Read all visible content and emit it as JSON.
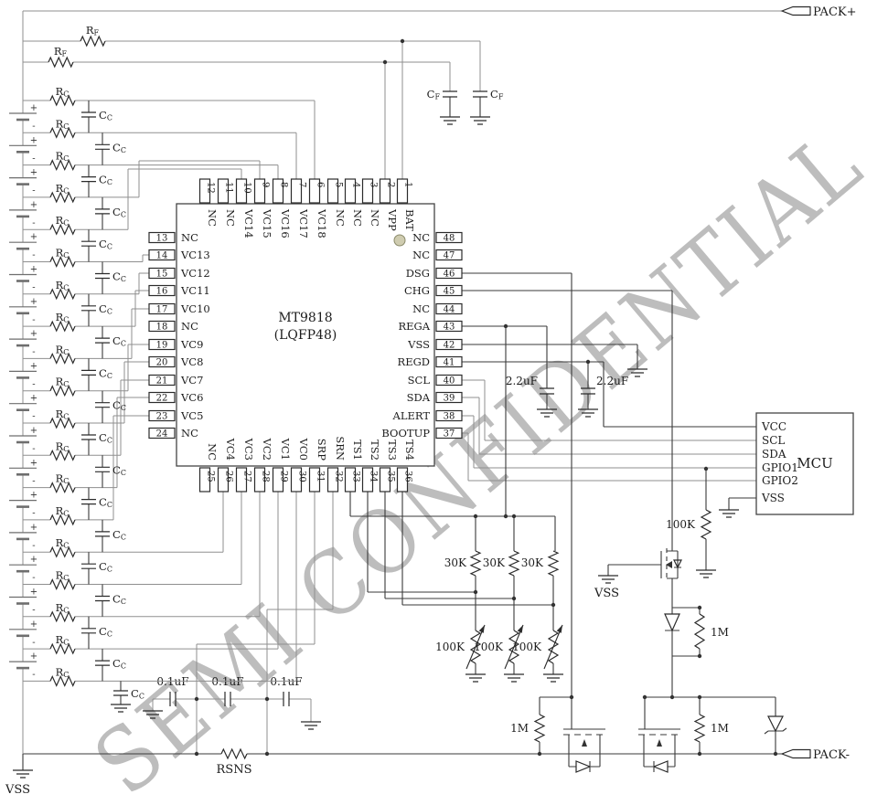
{
  "watermark": "SEMI CONFIDENTIAL",
  "connectors": {
    "pack_plus": "PACK+",
    "pack_minus": "PACK-"
  },
  "ic": {
    "name": "MT9818",
    "package": "(LQFP48)",
    "pins": {
      "top": [
        {
          "num": "12",
          "name": "NC"
        },
        {
          "num": "11",
          "name": "NC"
        },
        {
          "num": "10",
          "name": "VC14"
        },
        {
          "num": "9",
          "name": "VC15"
        },
        {
          "num": "8",
          "name": "VC16"
        },
        {
          "num": "7",
          "name": "VC17"
        },
        {
          "num": "6",
          "name": "VC18"
        },
        {
          "num": "5",
          "name": "NC"
        },
        {
          "num": "4",
          "name": "NC"
        },
        {
          "num": "3",
          "name": "NC"
        },
        {
          "num": "2",
          "name": "VPP"
        },
        {
          "num": "1",
          "name": "BAT"
        }
      ],
      "left": [
        {
          "num": "13",
          "name": "NC"
        },
        {
          "num": "14",
          "name": "VC13"
        },
        {
          "num": "15",
          "name": "VC12"
        },
        {
          "num": "16",
          "name": "VC11"
        },
        {
          "num": "17",
          "name": "VC10"
        },
        {
          "num": "18",
          "name": "NC"
        },
        {
          "num": "19",
          "name": "VC9"
        },
        {
          "num": "20",
          "name": "VC8"
        },
        {
          "num": "21",
          "name": "VC7"
        },
        {
          "num": "22",
          "name": "VC6"
        },
        {
          "num": "23",
          "name": "VC5"
        },
        {
          "num": "24",
          "name": "NC"
        }
      ],
      "right": [
        {
          "num": "48",
          "name": "NC"
        },
        {
          "num": "47",
          "name": "NC"
        },
        {
          "num": "46",
          "name": "DSG"
        },
        {
          "num": "45",
          "name": "CHG"
        },
        {
          "num": "44",
          "name": "NC"
        },
        {
          "num": "43",
          "name": "REGA"
        },
        {
          "num": "42",
          "name": "VSS"
        },
        {
          "num": "41",
          "name": "REGD"
        },
        {
          "num": "40",
          "name": "SCL"
        },
        {
          "num": "39",
          "name": "SDA"
        },
        {
          "num": "38",
          "name": "ALERT"
        },
        {
          "num": "37",
          "name": "BOOTUP"
        }
      ],
      "bottom": [
        {
          "num": "25",
          "name": "NC"
        },
        {
          "num": "26",
          "name": "VC4"
        },
        {
          "num": "27",
          "name": "VC3"
        },
        {
          "num": "28",
          "name": "VC2"
        },
        {
          "num": "29",
          "name": "VC1"
        },
        {
          "num": "30",
          "name": "VC0"
        },
        {
          "num": "31",
          "name": "SRP"
        },
        {
          "num": "32",
          "name": "SRN"
        },
        {
          "num": "33",
          "name": "TS1"
        },
        {
          "num": "34",
          "name": "TS2"
        },
        {
          "num": "35",
          "name": "TS3"
        },
        {
          "num": "36",
          "name": "TS4"
        }
      ]
    }
  },
  "mcu": {
    "name": "MCU",
    "pins": [
      "VCC",
      "SCL",
      "SDA",
      "GPIO1",
      "GPIO2",
      "VSS"
    ]
  },
  "labels": {
    "vss": "VSS",
    "rsns": "RSNS",
    "battery_plus": "+",
    "battery_minus": "-",
    "r_f": {
      "base": "R",
      "sub": "F"
    },
    "r_c": {
      "base": "R",
      "sub": "C"
    },
    "c_c": {
      "base": "C",
      "sub": "C"
    },
    "c_f": {
      "base": "C",
      "sub": "F"
    }
  },
  "values": {
    "reg_cap": "2.2uF",
    "ts_pullup": "30K",
    "k100": "100K",
    "m1": "1M",
    "sense_cap": "0.1uF"
  }
}
